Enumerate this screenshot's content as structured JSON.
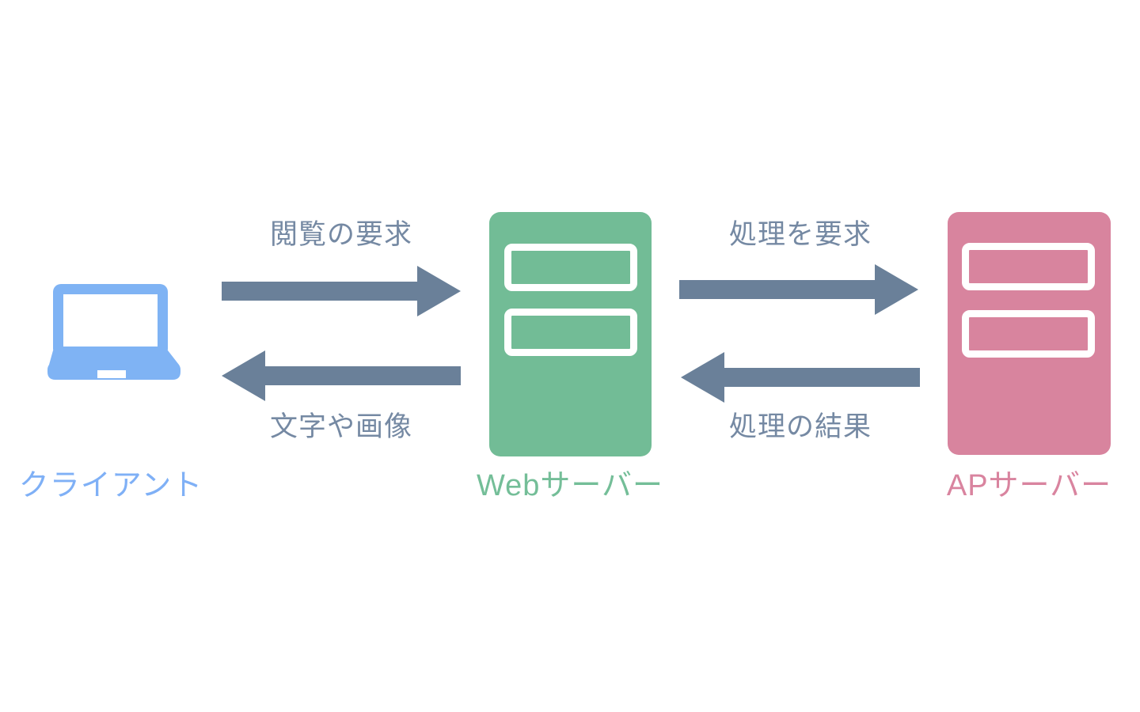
{
  "diagram": {
    "title": "client-web-ap-server-flow",
    "background": "#ffffff",
    "colors": {
      "client_blue": "#7FB3F4",
      "client_label_blue": "#7FB0F6",
      "web_server_green": "#72BC96",
      "web_label_green": "#74BE98",
      "ap_server_pink": "#D8849E",
      "ap_label_pink": "#D9849F",
      "arrow_slate": "#6A8099",
      "flow_label_slate": "#7589A3",
      "slot_white": "#ffffff"
    },
    "nodes": [
      {
        "id": "client",
        "label": "クライアント",
        "icon": "laptop-icon"
      },
      {
        "id": "web-server",
        "label": "Webサーバー",
        "icon": "server-icon"
      },
      {
        "id": "ap-server",
        "label": "APサーバー",
        "icon": "server-icon"
      }
    ],
    "flows": [
      {
        "id": "browse-request",
        "label": "閲覧の要求",
        "from": "client",
        "to": "web-server",
        "direction": "right"
      },
      {
        "id": "text-and-images",
        "label": "文字や画像",
        "from": "web-server",
        "to": "client",
        "direction": "left"
      },
      {
        "id": "process-request",
        "label": "処理を要求",
        "from": "web-server",
        "to": "ap-server",
        "direction": "right"
      },
      {
        "id": "process-result",
        "label": "処理の結果",
        "from": "ap-server",
        "to": "web-server",
        "direction": "left"
      }
    ]
  }
}
